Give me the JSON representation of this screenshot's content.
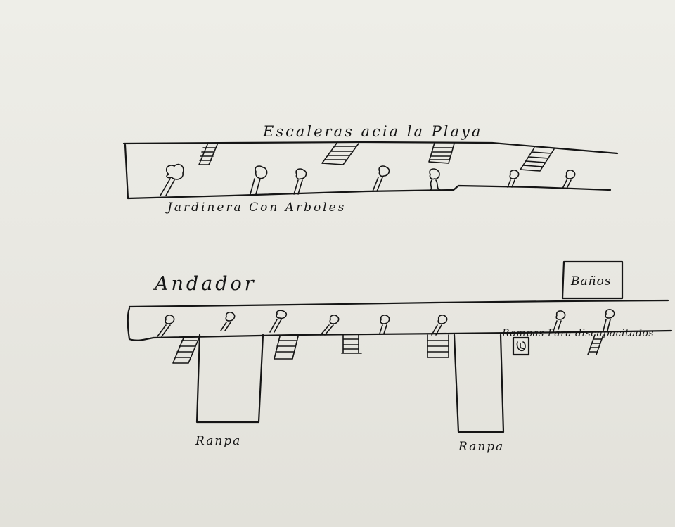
{
  "labels": {
    "stairs_to_beach": "Escaleras acia la Playa",
    "planter": "Jardinera Con Arboles",
    "walkway": "Andador",
    "restrooms": "Baños",
    "accessible_ramps": "Rampas Para discapacitados",
    "ramp_left": "Ranpa",
    "ramp_right": "Ranpa"
  },
  "colors": {
    "ink": "#151515",
    "paper": "#ebeae4"
  }
}
